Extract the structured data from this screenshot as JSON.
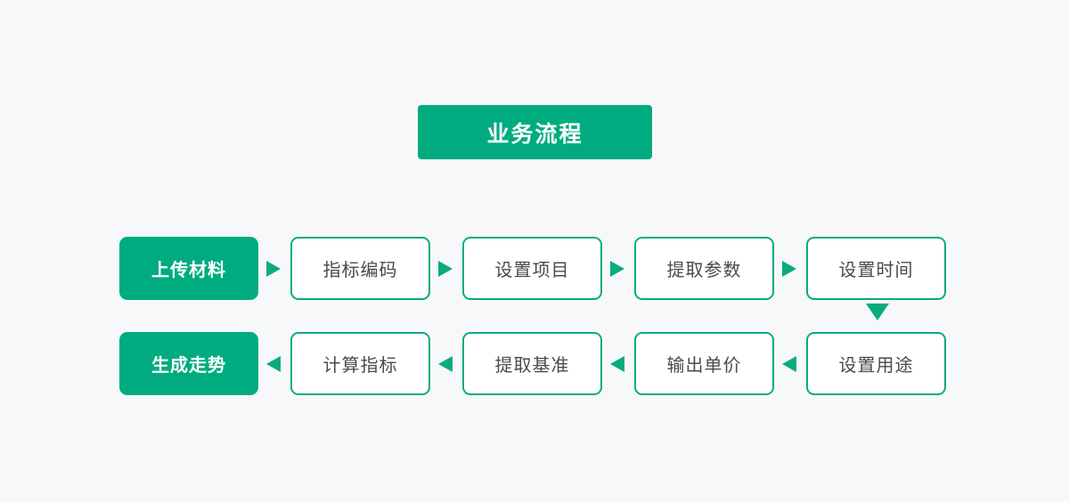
{
  "page": {
    "background_color": "#f7f8fa",
    "accent_color": "#00ac7f",
    "outline_color": "#0aab7e",
    "text_color_dark": "#4a4a4a",
    "text_color_light": "#ffffff"
  },
  "title": {
    "label": "业务流程"
  },
  "flow": {
    "row1": {
      "direction": "left-to-right",
      "nodes": [
        {
          "label": "上传材料",
          "style": "filled"
        },
        {
          "label": "指标编码",
          "style": "outlined"
        },
        {
          "label": "设置项目",
          "style": "outlined"
        },
        {
          "label": "提取参数",
          "style": "outlined"
        },
        {
          "label": "设置时间",
          "style": "outlined"
        }
      ],
      "connectors": [
        {
          "icon": "arrow-right-icon"
        },
        {
          "icon": "arrow-right-icon"
        },
        {
          "icon": "arrow-right-icon"
        },
        {
          "icon": "arrow-right-icon"
        }
      ]
    },
    "row2": {
      "direction": "right-to-left",
      "nodes": [
        {
          "label": "生成走势",
          "style": "filled"
        },
        {
          "label": "计算指标",
          "style": "outlined"
        },
        {
          "label": "提取基准",
          "style": "outlined"
        },
        {
          "label": "输出单价",
          "style": "outlined"
        },
        {
          "label": "设置用途",
          "style": "outlined"
        }
      ],
      "connectors": [
        {
          "icon": "arrow-left-icon"
        },
        {
          "icon": "arrow-left-icon"
        },
        {
          "icon": "arrow-left-icon"
        },
        {
          "icon": "arrow-left-icon"
        }
      ]
    },
    "row_connector": {
      "icon": "arrow-down-icon"
    }
  }
}
